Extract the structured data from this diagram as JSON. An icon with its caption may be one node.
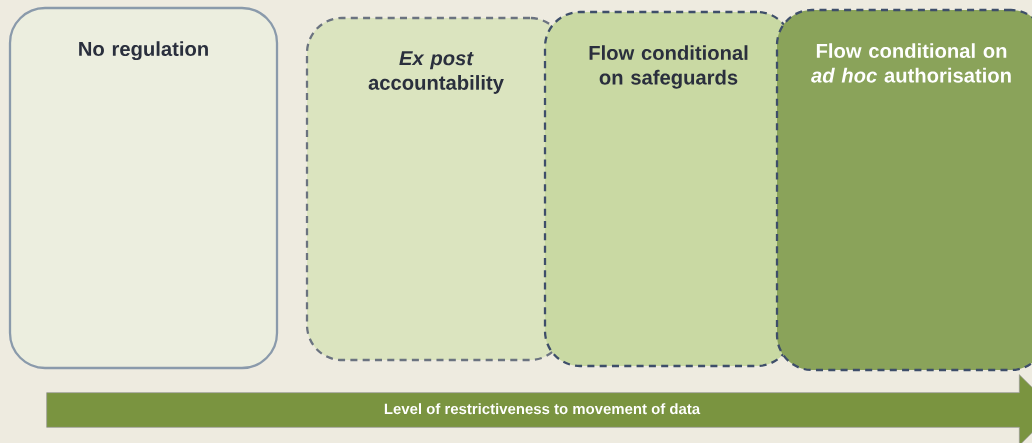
{
  "diagram": {
    "nodes": [
      {
        "text": [
          "No regulation"
        ]
      },
      {
        "text": [
          "*Ex post* accountability"
        ]
      },
      {
        "text": [
          "Flow conditional on safeguards"
        ]
      },
      {
        "text": [
          "Flow conditional on *ad hoc* authorisation"
        ]
      },
      {
        "text": [
          "Level of restrictiveness to movement of data"
        ]
      }
    ]
  }
}
